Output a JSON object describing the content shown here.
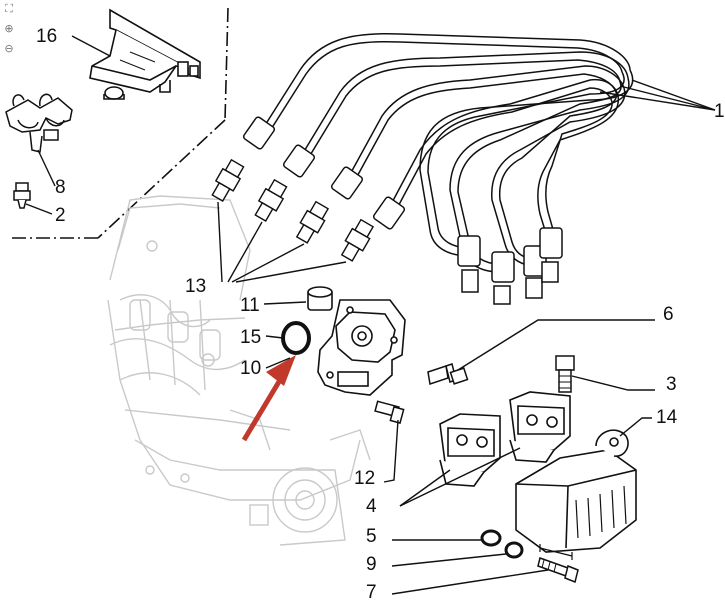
{
  "toolbar": {
    "items": [
      {
        "name": "fit-page-icon",
        "glyph": "⛶"
      },
      {
        "name": "zoom-in-icon",
        "glyph": "⊕"
      },
      {
        "name": "zoom-out-icon",
        "glyph": "⊖"
      }
    ]
  },
  "callouts": {
    "c1": "1",
    "c2": "2",
    "c3": "3",
    "c4": "4",
    "c5": "5",
    "c6": "6",
    "c7": "7",
    "c8": "8",
    "c9": "9",
    "c10": "10",
    "c11": "11",
    "c12": "12",
    "c13": "13",
    "c14": "14",
    "c15": "15",
    "c16": "16"
  },
  "colors": {
    "line": "#111111",
    "faded": "#c9c9c9",
    "arrow": "#c0392b"
  }
}
